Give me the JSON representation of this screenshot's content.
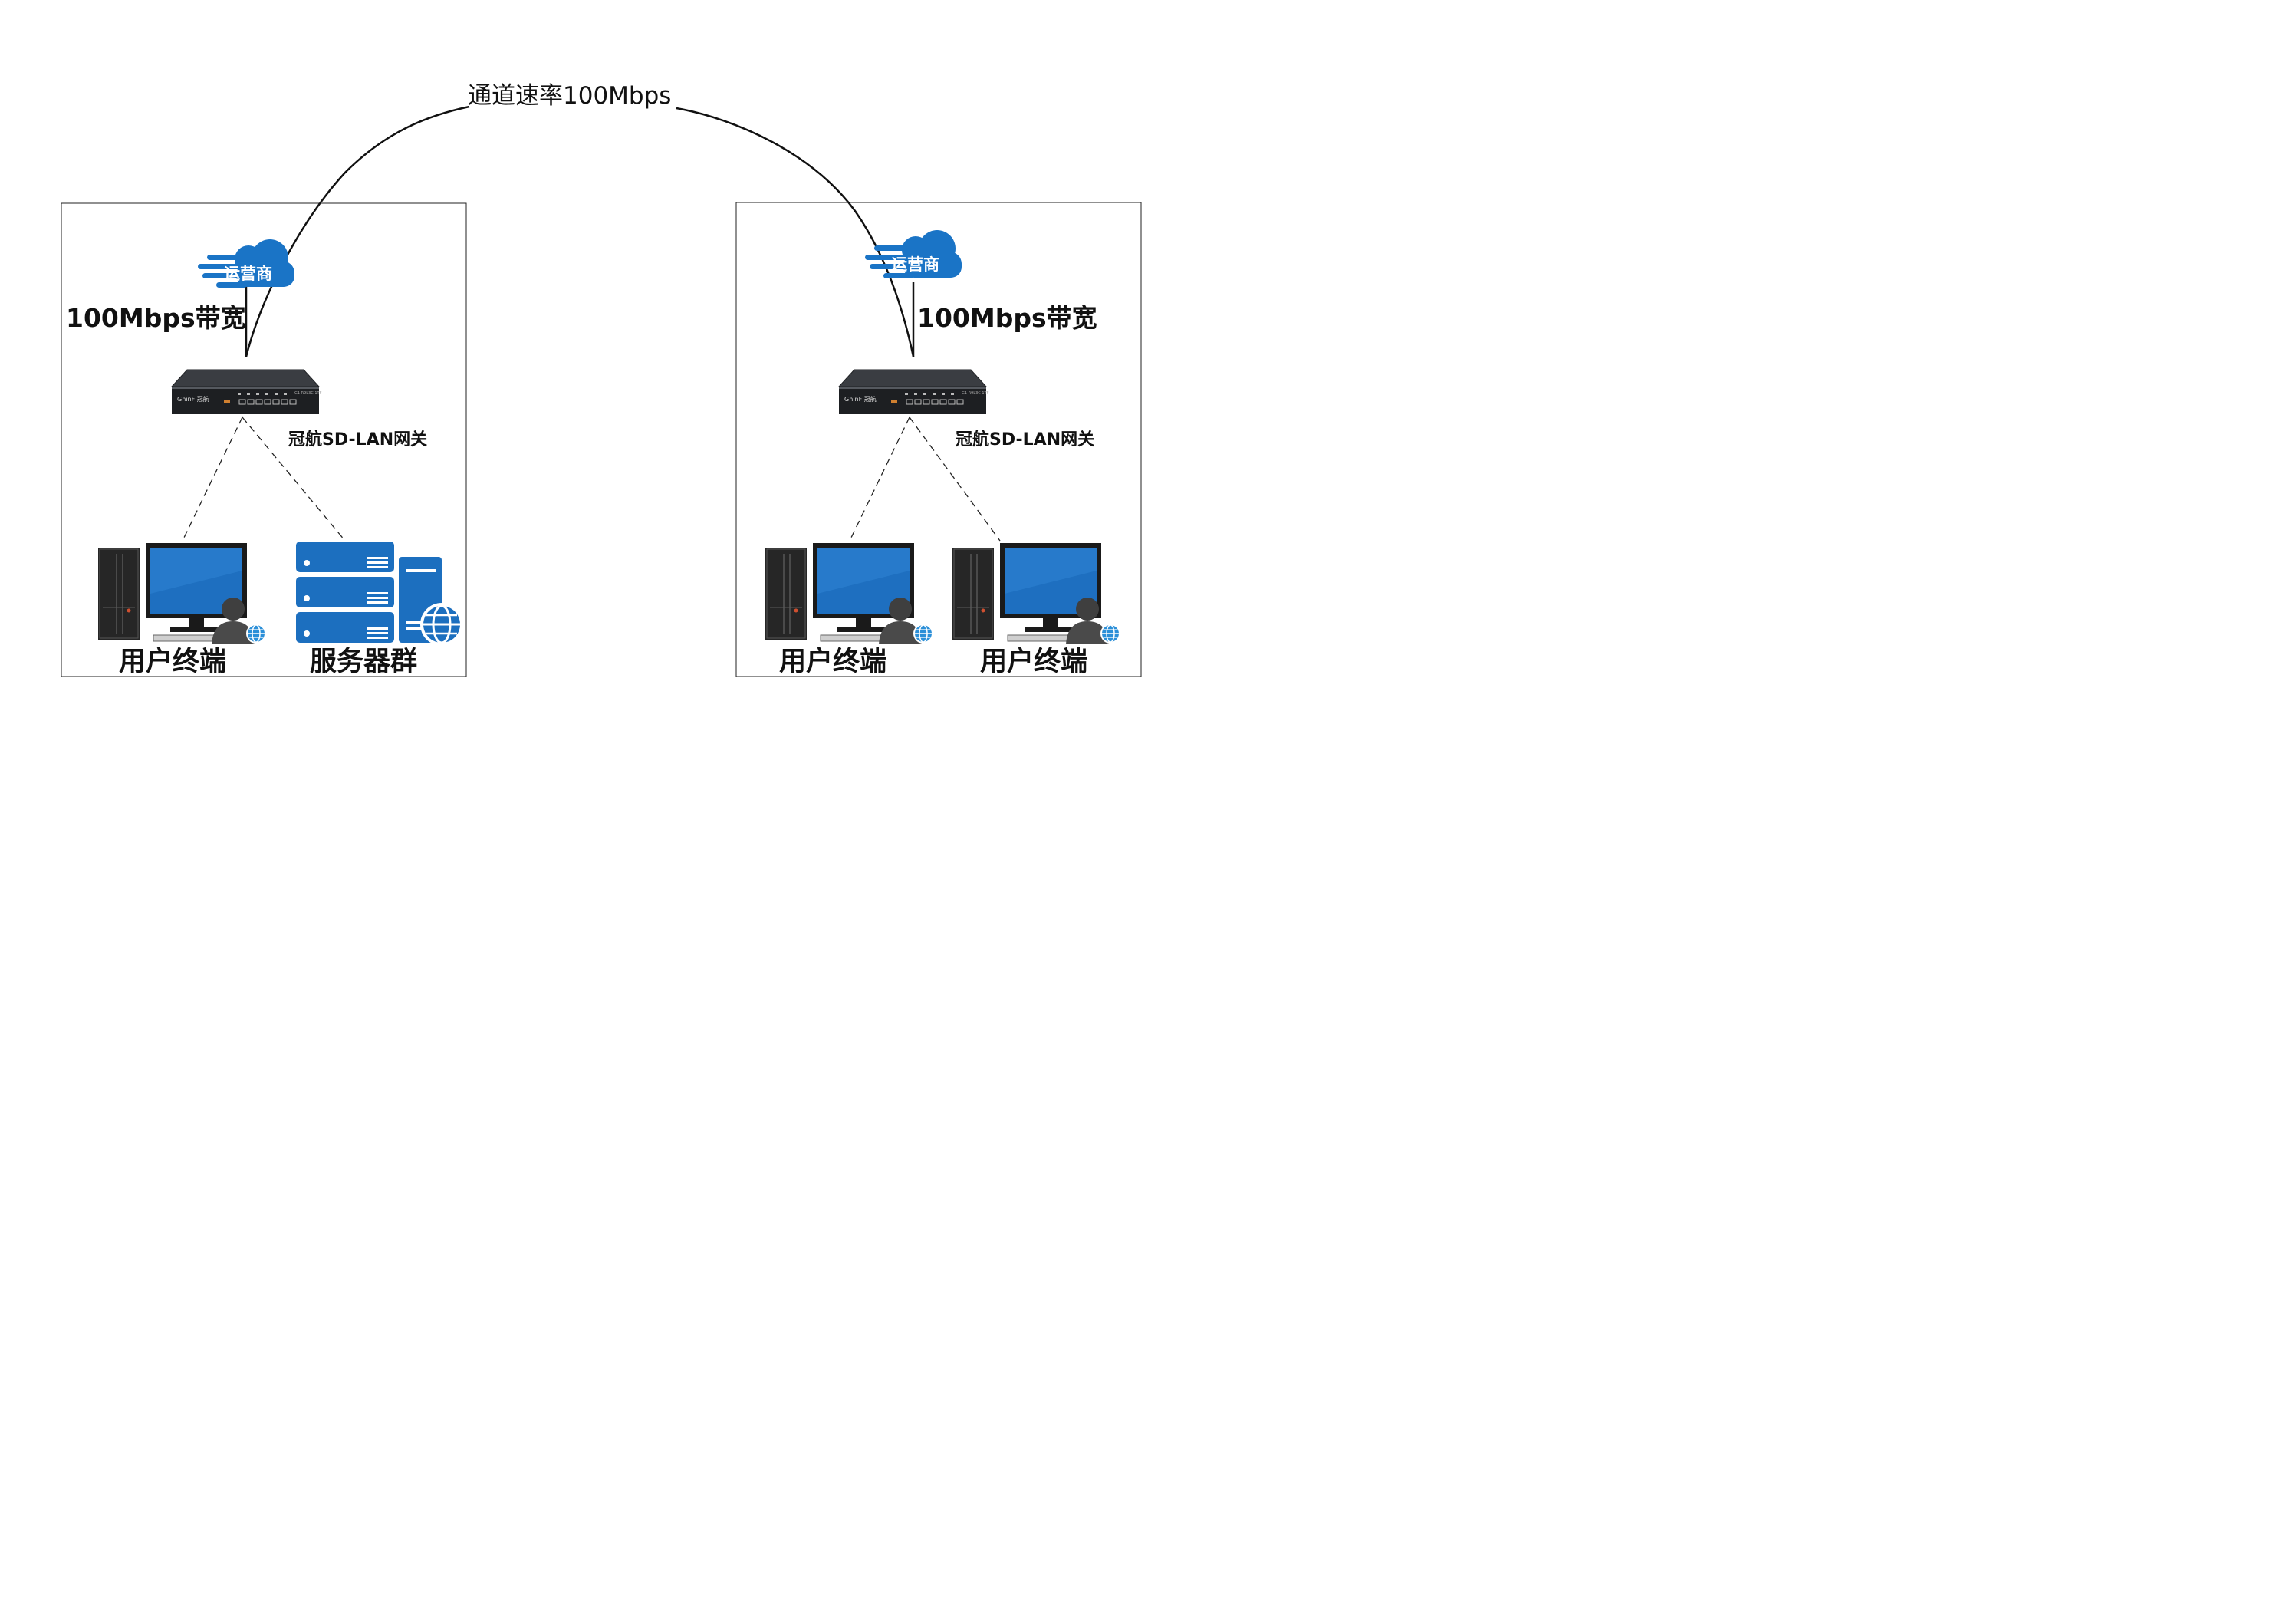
{
  "channel": {
    "label": "通道速率100Mbps"
  },
  "sites": [
    {
      "provider_label": "运营商",
      "bandwidth_label": "100Mbps带宽",
      "gateway_label": "冠航SD-LAN网关",
      "devices": [
        {
          "type": "user-terminal",
          "label": "用户终端"
        },
        {
          "type": "server-cluster",
          "label": "服务器群"
        }
      ]
    },
    {
      "provider_label": "运营商",
      "bandwidth_label": "100Mbps带宽",
      "gateway_label": "冠航SD-LAN网关",
      "devices": [
        {
          "type": "user-terminal",
          "label": "用户终端"
        },
        {
          "type": "user-terminal",
          "label": "用户终端"
        }
      ]
    }
  ],
  "gateway_brand": "GhinF 冠航",
  "colors": {
    "cloud": "#1a74c6",
    "monitor_screen": "#1e6fc0",
    "server": "#1c6fbf",
    "device_body": "#2a2a2a",
    "line": "#111111"
  }
}
